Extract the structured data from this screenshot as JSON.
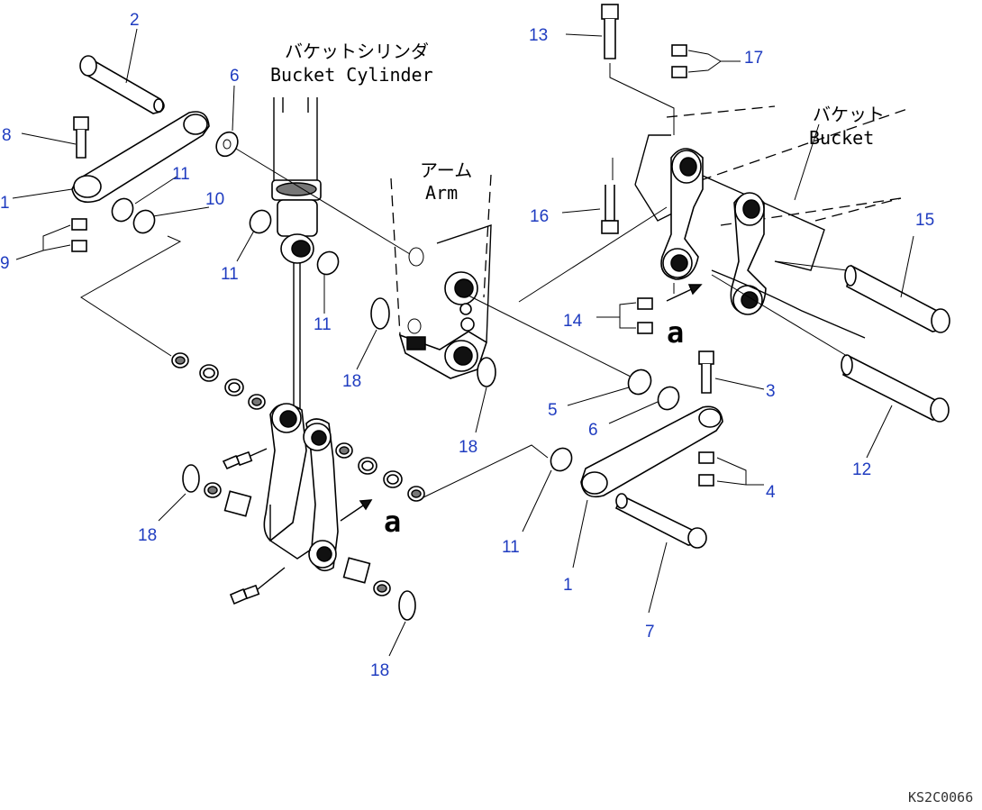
{
  "diagram": {
    "labels": {
      "bucket_cylinder_jp": "バケットシリンダ",
      "bucket_cylinder_en": "Bucket Cylinder",
      "arm_jp": "アーム",
      "arm_en": "Arm",
      "bucket_jp": "バケット",
      "bucket_en": "Bucket",
      "view_marker": "a",
      "drawing_code": "KS2C0066"
    },
    "callouts": [
      {
        "id": "c2",
        "text": "2"
      },
      {
        "id": "c6a",
        "text": "6"
      },
      {
        "id": "c8",
        "text": "8"
      },
      {
        "id": "c1a",
        "text": "1"
      },
      {
        "id": "c11a",
        "text": "11"
      },
      {
        "id": "c10",
        "text": "10"
      },
      {
        "id": "c9",
        "text": "9"
      },
      {
        "id": "c11b",
        "text": "11"
      },
      {
        "id": "c11c",
        "text": "11"
      },
      {
        "id": "c18a",
        "text": "18"
      },
      {
        "id": "c18b",
        "text": "18"
      },
      {
        "id": "c18c",
        "text": "18"
      },
      {
        "id": "c18d",
        "text": "18"
      },
      {
        "id": "c13",
        "text": "13"
      },
      {
        "id": "c17",
        "text": "17"
      },
      {
        "id": "c16",
        "text": "16"
      },
      {
        "id": "c15",
        "text": "15"
      },
      {
        "id": "c14",
        "text": "14"
      },
      {
        "id": "c3",
        "text": "3"
      },
      {
        "id": "c5",
        "text": "5"
      },
      {
        "id": "c6b",
        "text": "6"
      },
      {
        "id": "c4",
        "text": "4"
      },
      {
        "id": "c12",
        "text": "12"
      },
      {
        "id": "c11d",
        "text": "11"
      },
      {
        "id": "c1b",
        "text": "1"
      },
      {
        "id": "c7",
        "text": "7"
      }
    ]
  }
}
